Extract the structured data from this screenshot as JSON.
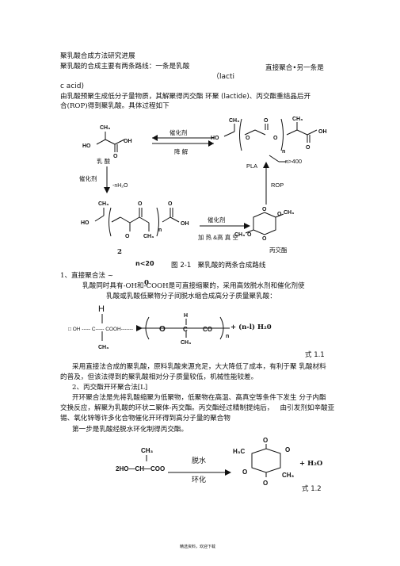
{
  "title": "聚乳酸合成方法研究进展",
  "intro": {
    "line1_left": "聚乳酸的合成主要有两条路线：一条是乳酸",
    "line1_right": "直接聚合•另一条是",
    "lacti": "（lacti",
    "cacid": "c acid)",
    "line3_a": "由乳酸预聚生成低分子量物质，其解聚得丙交酯",
    "line3_ring": "环聚",
    "line3_lactide": "(lactide)",
    "line3_b": "、丙交酯重结晶后开",
    "line4": "合(ROP)得到聚乳酸。具体过程如下"
  },
  "fig1": {
    "lactic_acid": "乳 酸",
    "catalyst_top": "催化剂",
    "depolymerize": "降 解",
    "catalyst_left": "催化剂",
    "minus_water": "-nH₂O",
    "pla": "PLA",
    "n400": "n>400",
    "rop": "ROP",
    "catalyst_mid": "催化剂",
    "heat_vacuum": "加 热 &高 真 空",
    "lactide": "丙交酯",
    "n_label": "2",
    "n20": "n<20",
    "zero": "0",
    "caption_num": "图 2-1",
    "caption_text": "聚乳酸的两条合成路线",
    "atoms": {
      "ch3": "CH₃",
      "ho": "HO",
      "oh": "OH",
      "o": "O",
      "n": "n",
      "h": "H",
      "chp": "CH"
    }
  },
  "sec1": {
    "heading": "1、直接聚合法",
    "tilde": "~",
    "p1": "乳酸同时具有-OH和-COOH是可直接缩聚的，采用高效脱水剂和催化剂使",
    "p2": "乳酸或乳酸低聚物分子间脱水缩合成高分子质量聚乳酸："
  },
  "eq1": {
    "h": "H",
    "left": "□ OH ----- C----- COOH-------",
    "ch3": "CH₃",
    "repeat_o": "O",
    "repeat_c": "C",
    "repeat_co": "CO",
    "h_top": "H",
    "ch3_b": "CH₃",
    "n": "n",
    "byproduct": "+ (n-l) H₂0",
    "label": "式 1.1"
  },
  "para2": {
    "l1": "采用直接法合成的聚乳酸，原料乳酸来源充足，大大降低了成本，有利于聚",
    "l1b": "乳酸材料",
    "l2": "的普及，但该法得到的聚乳酸相对分子质量较低，机械性能较差。"
  },
  "sec2": {
    "heading": "2、丙交酯开环聚合法[L]",
    "p1a": "开环聚合法是先将乳酸缩聚为低聚物，低聚物在高温、高真空等条件下发生",
    "p1b": "分子内酯",
    "p2": "交换反应，解聚为乳酸的环状二聚体-丙交酯。丙交酯经过精制提纯后，",
    "p2b": "由引发剂如辛酸亚",
    "p3": "锡、氧化锌等许多化合物催化开环得到高分子量的聚合物",
    "p4": "第一步是乳酸经脱水环化制得丙交酯。"
  },
  "eq2": {
    "ch3": "CH₃",
    "left": "2HO—CH—COO",
    "cond1": "脱水",
    "cond2": "环化",
    "ring_ch3a": "H₃C",
    "ring_ch3b": "CH₃",
    "ring_o": "O",
    "plus_water": "+ H₂O",
    "label": "式 1.2"
  },
  "footer": "精选资料，欢迎下载"
}
